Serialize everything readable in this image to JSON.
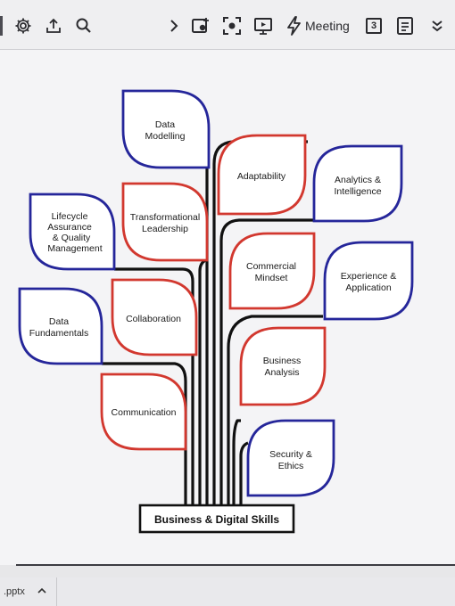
{
  "toolbar": {
    "icons": [
      "settings-icon",
      "share-icon",
      "search-icon",
      "chevron-right-icon",
      "insert-image-icon",
      "screenshot-icon",
      "present-icon",
      "bolt-icon",
      "calendar-icon",
      "notes-icon",
      "double-chevron-down-icon"
    ],
    "meeting_label": "Meeting",
    "calendar_number": "3"
  },
  "slide": {
    "base_label": "Business & Digital Skills",
    "colors": {
      "blue": "#25269a",
      "red": "#d2382f",
      "trunk": "#111111"
    },
    "leaves": [
      {
        "id": "data-modelling",
        "lines": [
          "Data",
          "Modelling"
        ],
        "color": "blue"
      },
      {
        "id": "adaptability",
        "lines": [
          "Adaptability"
        ],
        "color": "red"
      },
      {
        "id": "analytics-intelligence",
        "lines": [
          "Analytics &",
          "Intelligence"
        ],
        "color": "blue"
      },
      {
        "id": "transformational-leadership",
        "lines": [
          "Transformational",
          "Leadership"
        ],
        "color": "red"
      },
      {
        "id": "lifecycle-assurance",
        "lines": [
          "Lifecycle",
          "Assurance",
          "& Quality",
          "Management"
        ],
        "color": "blue"
      },
      {
        "id": "commercial-mindset",
        "lines": [
          "Commercial",
          "Mindset"
        ],
        "color": "red"
      },
      {
        "id": "experience-application",
        "lines": [
          "Experience &",
          "Application"
        ],
        "color": "blue"
      },
      {
        "id": "collaboration",
        "lines": [
          "Collaboration"
        ],
        "color": "red"
      },
      {
        "id": "data-fundamentals",
        "lines": [
          "Data",
          "Fundamentals"
        ],
        "color": "blue"
      },
      {
        "id": "business-analysis",
        "lines": [
          "Business",
          "Analysis"
        ],
        "color": "red"
      },
      {
        "id": "communication",
        "lines": [
          "Communication"
        ],
        "color": "red"
      },
      {
        "id": "security-ethics",
        "lines": [
          "Security &",
          "Ethics"
        ],
        "color": "blue"
      }
    ]
  },
  "bottom": {
    "file_label": ".pptx"
  }
}
